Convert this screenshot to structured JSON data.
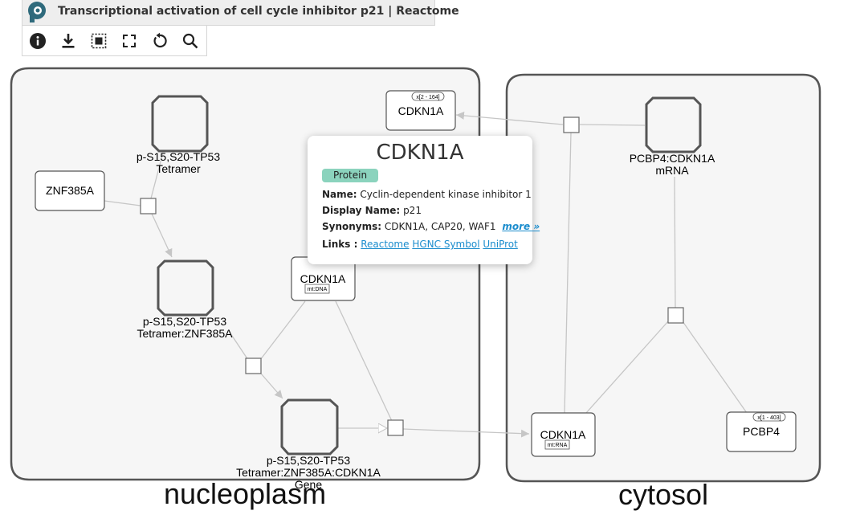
{
  "window": {
    "title": "Transcriptional activation of cell cycle inhibitor p21 | Reactome"
  },
  "toolbar": {
    "buttons": [
      {
        "name": "info-button",
        "icon": "info-icon"
      },
      {
        "name": "download-button",
        "icon": "download-icon"
      },
      {
        "name": "fit-to-view-button",
        "icon": "fit-selection-icon"
      },
      {
        "name": "fullscreen-button",
        "icon": "fullscreen-icon"
      },
      {
        "name": "reset-button",
        "icon": "reset-icon"
      },
      {
        "name": "search-button",
        "icon": "search-icon"
      }
    ]
  },
  "compartments": {
    "nucleoplasm": "nucleoplasm",
    "cytosol": "cytosol"
  },
  "nodes": {
    "tp53_tetramer": [
      "p-S15,S20-TP53",
      "Tetramer"
    ],
    "znf385a": "ZNF385A",
    "tp53_znf385a": [
      "p-S15,S20-TP53",
      "Tetramer:ZNF385A"
    ],
    "tp53_znf385a_cdkn1a": [
      "p-S15,S20-TP53",
      "Tetramer:ZNF385A:CDKN1A",
      "Gene"
    ],
    "cdkn1a_gene": {
      "label": "CDKN1A",
      "tag": "mt:DNA"
    },
    "cdkn1a_protein_nuc": {
      "label": "CDKN1A",
      "tag": "x[2 - 164]"
    },
    "pcbp4_cdkn1a": [
      "PCBP4:CDKN1A",
      "mRNA"
    ],
    "cdkn1a_rna": {
      "label": "CDKN1A",
      "tag": "mt:RNA"
    },
    "pcbp4": {
      "label": "PCBP4",
      "tag": "x[1 - 403]"
    }
  },
  "tooltip": {
    "title": "CDKN1A",
    "badge": "Protein",
    "name_label": "Name:",
    "name_value": "Cyclin-dependent kinase inhibitor 1",
    "display_label": "Display Name:",
    "display_value": "p21",
    "synonyms_label": "Synonyms:",
    "synonyms_value": "CDKN1A, CAP20, WAF1",
    "more": "more »",
    "links_label": "Links :",
    "links": [
      "Reactome",
      "HGNC Symbol",
      "UniProt"
    ]
  },
  "colors": {
    "badge_protein": "#8bd3bd",
    "link": "#1a8ccd",
    "compartment_fill": "#f6f6f6",
    "edge": "#c6c6c6"
  }
}
